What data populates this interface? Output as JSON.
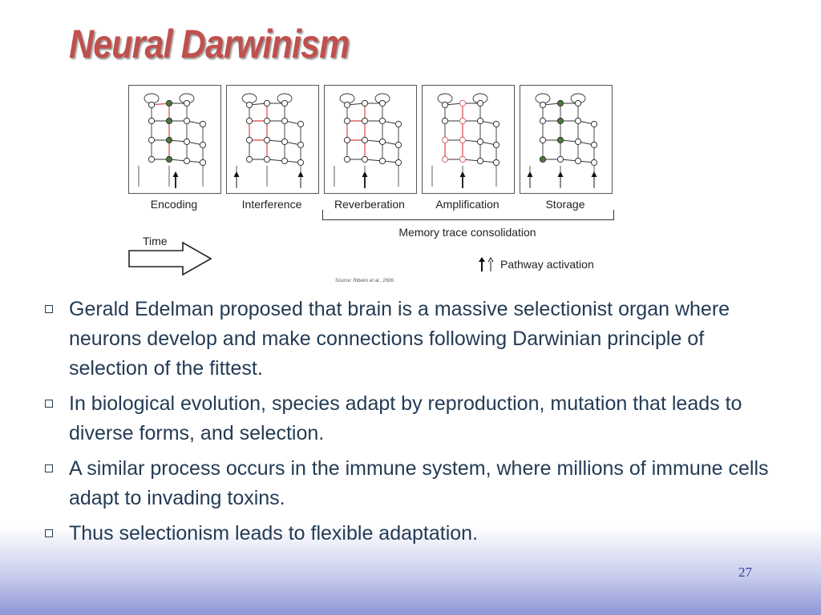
{
  "slide": {
    "title": "Neural Darwinism",
    "page_number": "27"
  },
  "figure": {
    "stages": [
      {
        "label": "Encoding"
      },
      {
        "label": "Interference"
      },
      {
        "label": "Reverberation"
      },
      {
        "label": "Amplification"
      },
      {
        "label": "Storage"
      }
    ],
    "consolidation_label": "Memory trace consolidation",
    "time_label": "Time",
    "pathway_label": "Pathway activation",
    "source": "Source: Ribeiro et al., 2006.",
    "colors": {
      "active_node": "#4a7a3a",
      "highlight": "#e06060"
    }
  },
  "bullets": [
    {
      "text": "Gerald Edelman proposed that brain is a massive selectionist organ where neurons develop and make connections following Darwinian principle of selection of the fittest."
    },
    {
      "text": "In biological evolution, species adapt by reproduction, mutation that leads to diverse forms, and selection."
    },
    {
      "text": "A similar process occurs in the immune system, where millions of immune cells adapt to invading toxins."
    },
    {
      "text": "Thus selectionism leads to flexible adaptation."
    }
  ],
  "colors": {
    "title": "#c0504d",
    "body_text": "#243b55",
    "page_number": "#3040a8"
  }
}
